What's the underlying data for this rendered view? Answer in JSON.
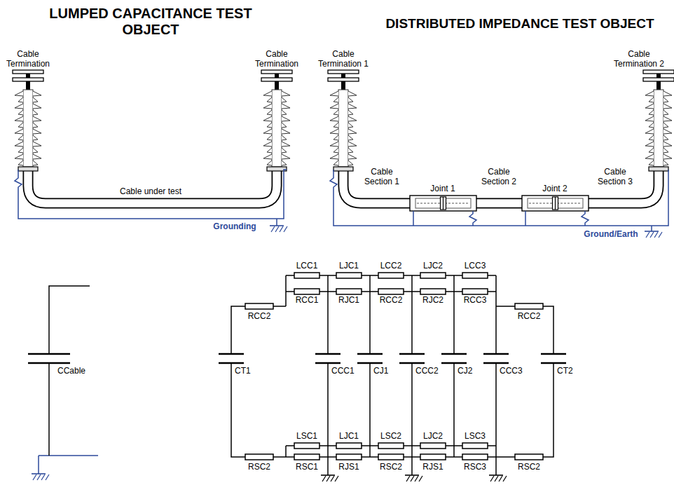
{
  "diagram": {
    "labels": [
      "LUMPED CAPACITANCE TEST OBJECT",
      "DISTRIBUTED IMPEDANCE TEST OBJECT",
      "Cable Termination",
      "Cable Termination",
      "Cable under test",
      "Grounding",
      "Cable Termination 1",
      "Cable Termination 2",
      "Cable Section 1",
      "Joint 1",
      "Cable Section 2",
      "Joint 2",
      "Cable Section 3",
      "Ground/Earth",
      "CCable",
      "LCC1",
      "LJC1",
      "LCC2",
      "LJC2",
      "LCC3",
      "RCC2",
      "RCC1",
      "RJC1",
      "RCC2",
      "RJC2",
      "RCC3",
      "RCC2",
      "CT1",
      "CCC1",
      "CJ1",
      "CCC2",
      "CJ2",
      "CCC3",
      "CT2",
      "LSC1",
      "LJC1",
      "LSC2",
      "LJC2",
      "LSC3",
      "RSC2",
      "RSC1",
      "RJS1",
      "RSC2",
      "RJS1",
      "RSC3",
      "RSC2"
    ]
  }
}
